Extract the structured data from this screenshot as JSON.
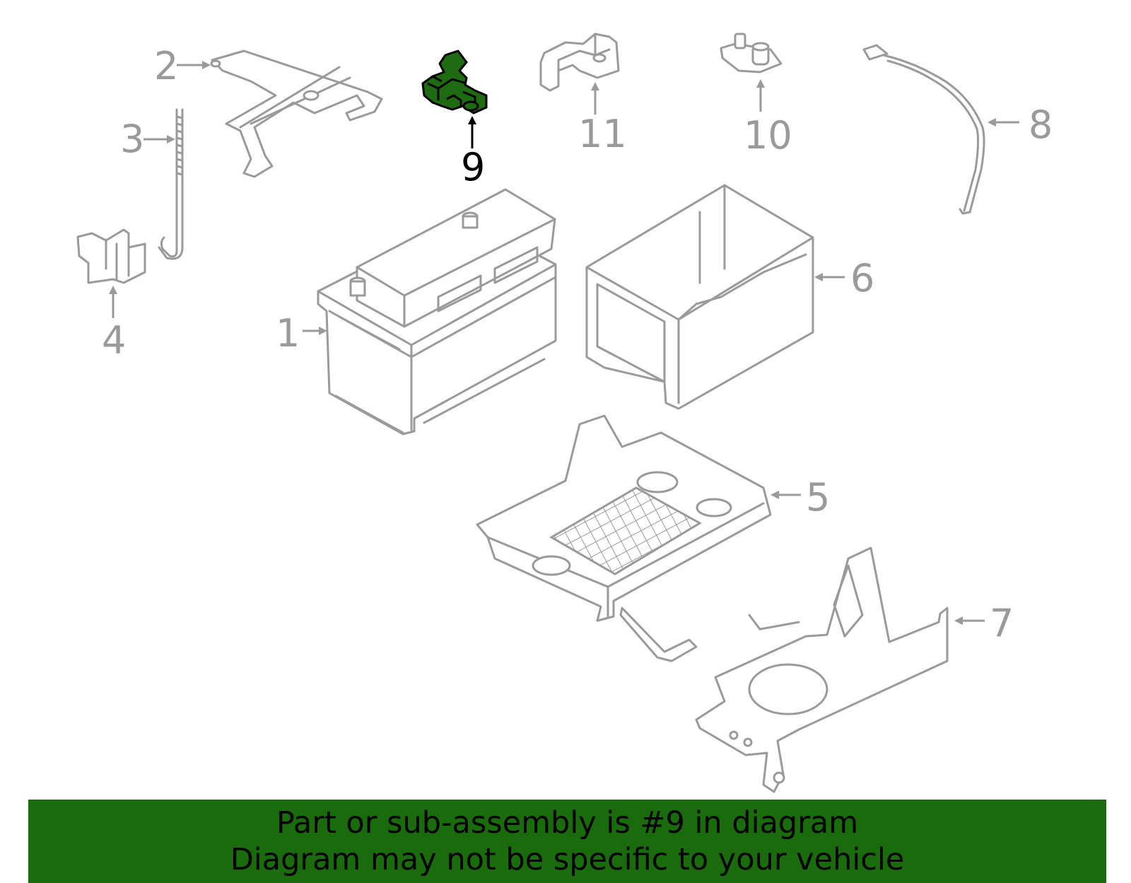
{
  "callouts": {
    "c1": "1",
    "c2": "2",
    "c3": "3",
    "c4": "4",
    "c5": "5",
    "c6": "6",
    "c7": "7",
    "c8": "8",
    "c9": "9",
    "c10": "10",
    "c11": "11"
  },
  "highlighted_part": "9",
  "colors": {
    "part_outline": "#9a9a9a",
    "highlight_fill": "#1f6b12",
    "banner_bg": "#1a6b0c"
  },
  "banner": {
    "line1": "Part or sub-assembly is #9 in diagram",
    "line2": "Diagram may not be specific to your vehicle"
  }
}
